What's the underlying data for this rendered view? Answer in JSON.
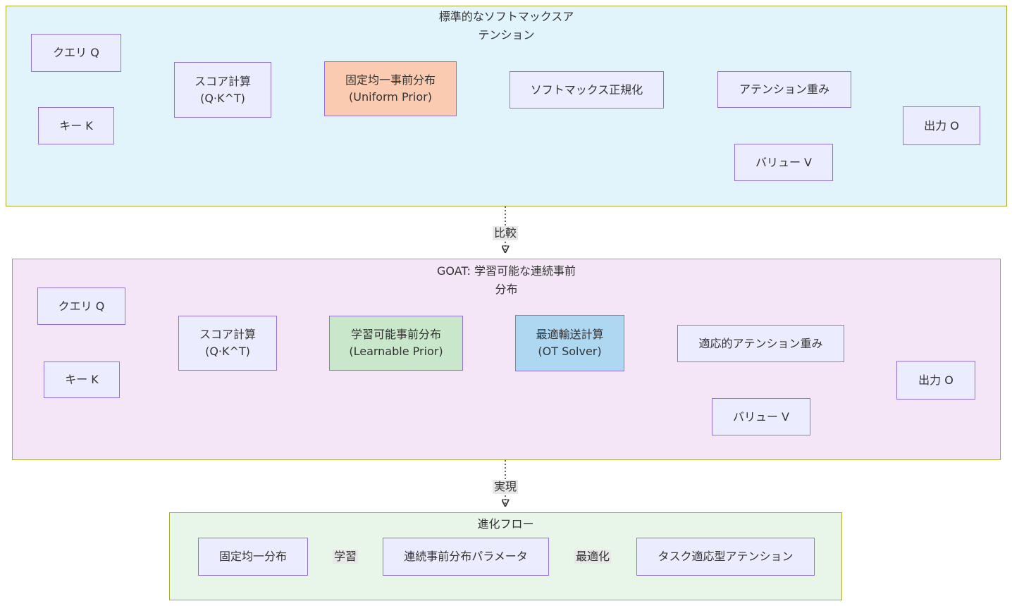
{
  "diagram": {
    "standard": {
      "title_line1": "標準的なソフトマックスア",
      "title_line2": "テンション",
      "nodes": {
        "query": "クエリ Q",
        "key": "キー K",
        "score_line1": "スコア計算",
        "score_line2": "(Q·K^T)",
        "prior_line1": "固定均一事前分布",
        "prior_line2": "(Uniform Prior)",
        "softmax": "ソフトマックス正規化",
        "weights": "アテンション重み",
        "value": "バリュー V",
        "output": "出力 O"
      }
    },
    "goat": {
      "title_line1": "GOAT: 学習可能な連続事前",
      "title_line2": "分布",
      "nodes": {
        "query": "クエリ Q",
        "key": "キー K",
        "score_line1": "スコア計算",
        "score_line2": "(Q·K^T)",
        "prior_line1": "学習可能事前分布",
        "prior_line2": "(Learnable Prior)",
        "ot_line1": "最適輸送計算",
        "ot_line2": "(OT Solver)",
        "weights": "適応的アテンション重み",
        "value": "バリュー V",
        "output": "出力 O"
      }
    },
    "evolution": {
      "title": "進化フロー",
      "nodes": {
        "fixed": "固定均一分布",
        "params": "連続事前分布パラメータ",
        "task": "タスク適応型アテンション"
      },
      "edge_labels": {
        "learn": "学習",
        "optimize": "最適化"
      }
    },
    "connectors": {
      "compare": "比較",
      "realize": "実現"
    },
    "colors": {
      "standard_bg": "#e1f3fb",
      "goat_bg": "#f4e6f7",
      "evolution_bg": "#e8f5e9",
      "subgraph_border": "#aaaa33",
      "node_fill": "#ececff",
      "node_border": "#9370db",
      "uniform_prior_fill": "#fbcbb1",
      "learnable_prior_fill": "#c9e7ca",
      "ot_solver_fill": "#aed7f2",
      "edge": "#333333",
      "label_bg": "#e8e8e8",
      "text": "#333333"
    }
  }
}
